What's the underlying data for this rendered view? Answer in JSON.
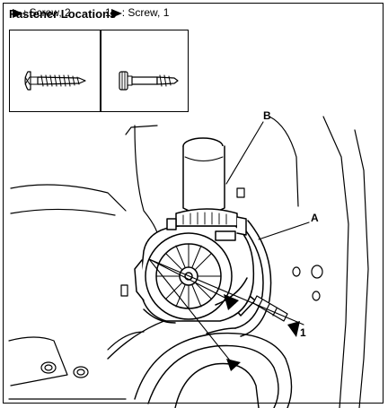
{
  "title": "Fastener Locations",
  "legend": [
    {
      "marker": "",
      "label": ": Screw, 2"
    },
    {
      "marker": "1",
      "label": ": Screw, 1"
    }
  ],
  "callouts": {
    "b": "B",
    "a": "A",
    "one": "1"
  },
  "colors": {
    "ink": "#000000",
    "paper": "#ffffff",
    "shade": "#8a8a8a"
  }
}
